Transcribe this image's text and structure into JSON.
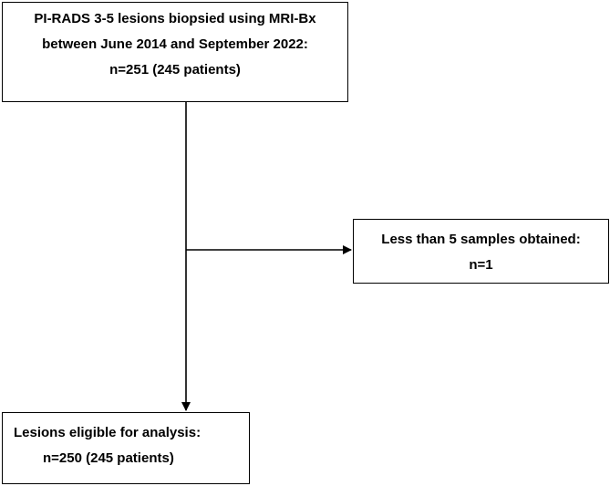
{
  "flowchart": {
    "top_box": {
      "lines": [
        "PI-RADS 3-5 lesions biopsied using MRI-Bx",
        "between June 2014 and September 2022:",
        "n=251 (245 patients)"
      ]
    },
    "exclusion_box": {
      "lines": [
        "Less than 5 samples obtained:",
        "n=1"
      ]
    },
    "final_box": {
      "lines": [
        "Lesions eligible for analysis:",
        "n=250 (245 patients)"
      ]
    },
    "line_color": "#000000",
    "background_color": "#ffffff"
  }
}
